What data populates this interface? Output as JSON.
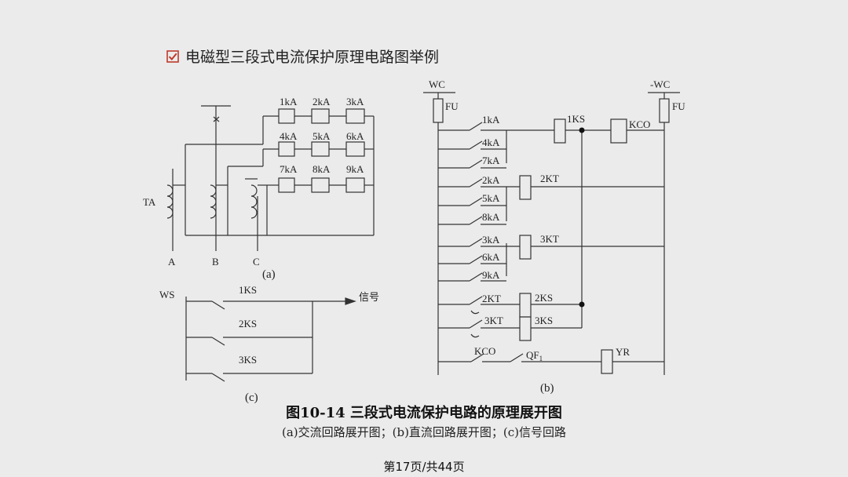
{
  "slide": {
    "title": "电磁型三段式电流保护原理电路图举例",
    "check_icon_color": "#c0392b"
  },
  "diagram_a": {
    "caption": "(a)",
    "ta_label": "TA",
    "phases": [
      "A",
      "B",
      "C"
    ],
    "relays": [
      "1kA",
      "2kA",
      "3kA",
      "4kA",
      "5kA",
      "6kA",
      "7kA",
      "8kA",
      "9kA"
    ]
  },
  "diagram_b": {
    "caption": "(b)",
    "bus_left": "WC",
    "bus_right": "-WC",
    "fuse": "FU",
    "contacts": [
      "1kA",
      "4kA",
      "7kA",
      "2kA",
      "5kA",
      "8kA",
      "3kA",
      "6kA",
      "9kA",
      "2KT",
      "3KT",
      "KCO",
      "QF"
    ],
    "qf_subscript": "1",
    "coils": [
      "1KS",
      "KCO",
      "2KT",
      "3KT",
      "2KS",
      "3KS",
      "YR"
    ]
  },
  "diagram_c": {
    "caption": "(c)",
    "bus": "WS",
    "contacts": [
      "1KS",
      "2KS",
      "3KS"
    ],
    "output": "信号"
  },
  "figure": {
    "title": "图10-14   三段式电流保护电路的原理展开图",
    "subtitle": "(a)交流回路展开图；(b)直流回路展开图；(c)信号回路"
  },
  "footer": {
    "page": "第17页/共44页"
  }
}
